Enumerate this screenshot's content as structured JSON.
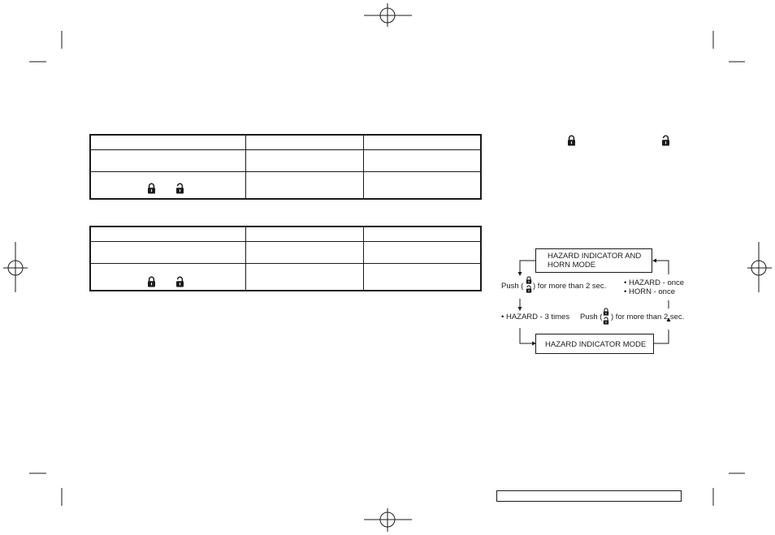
{
  "diagram": {
    "mode_top_line1": "HAZARD INDICATOR AND",
    "mode_top_line2": "HORN MODE",
    "mode_bottom": "HAZARD INDICATOR MODE",
    "push_left_prefix": "Push (",
    "push_left_suffix": ") for more than 2 sec.",
    "hazard_three": "• HAZARD - 3 times",
    "push_right_prefix": "Push (",
    "push_right_suffix": ") for more than 2 sec.",
    "hazard_once": "• HAZARD - once",
    "horn_once": "• HORN - once"
  },
  "icons": {
    "lock": "lock-icon",
    "unlock": "unlock-icon"
  }
}
